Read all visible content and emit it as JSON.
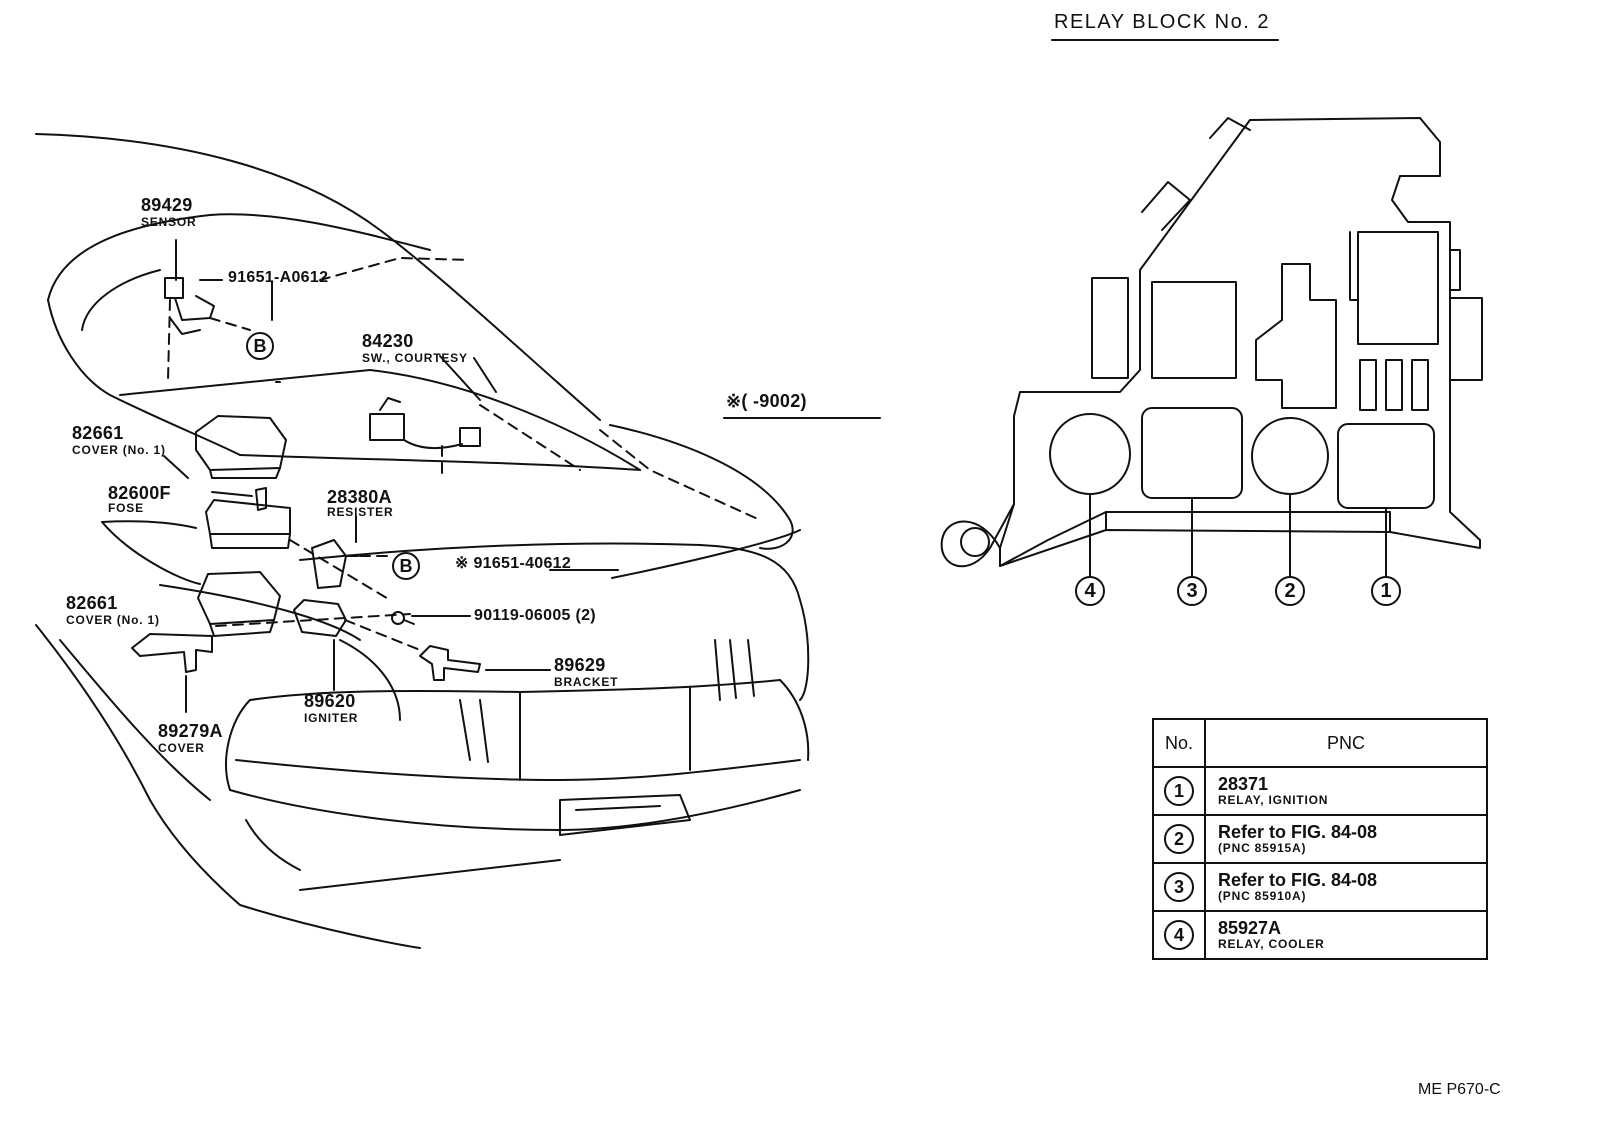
{
  "diagram": {
    "relay_block_title": "RELAY BLOCK No. 2",
    "footnote_range": "※(        -9002)",
    "figure_code": "ME  P670-C",
    "callouts": [
      {
        "id": "sensor",
        "part_no": "89429",
        "name": "SENSOR"
      },
      {
        "id": "bolt-top",
        "part_no": "91651-A0612",
        "name": ""
      },
      {
        "id": "courtesy",
        "part_no": "84230",
        "name": "SW., COURTESY"
      },
      {
        "id": "cover1a",
        "part_no": "82661",
        "name": "COVER (No. 1)"
      },
      {
        "id": "fuse",
        "part_no": "82600F",
        "name": "FOSE"
      },
      {
        "id": "resister",
        "part_no": "28380A",
        "name": "RESISTER"
      },
      {
        "id": "bolt-mid",
        "part_no": "※ 91651-40612",
        "name": ""
      },
      {
        "id": "cover1b",
        "part_no": "82661",
        "name": "COVER (No. 1)"
      },
      {
        "id": "screw",
        "part_no": "90119-06005 (2)",
        "name": ""
      },
      {
        "id": "bracket",
        "part_no": "89629",
        "name": "BRACKET"
      },
      {
        "id": "igniter",
        "part_no": "89620",
        "name": "IGNITER"
      },
      {
        "id": "cover",
        "part_no": "89279A",
        "name": "COVER"
      }
    ],
    "b_marker": "B",
    "relay_positions": [
      "4",
      "3",
      "2",
      "1"
    ]
  },
  "pnc_table": {
    "headers": [
      "No.",
      "PNC"
    ],
    "rows": [
      {
        "no": "1",
        "main": "28371",
        "sub": "RELAY, IGNITION"
      },
      {
        "no": "2",
        "main": "Refer to FIG. 84-08",
        "sub": "(PNC 85915A)"
      },
      {
        "no": "3",
        "main": "Refer to FIG. 84-08",
        "sub": "(PNC 85910A)"
      },
      {
        "no": "4",
        "main": "85927A",
        "sub": "RELAY, COOLER"
      }
    ]
  }
}
